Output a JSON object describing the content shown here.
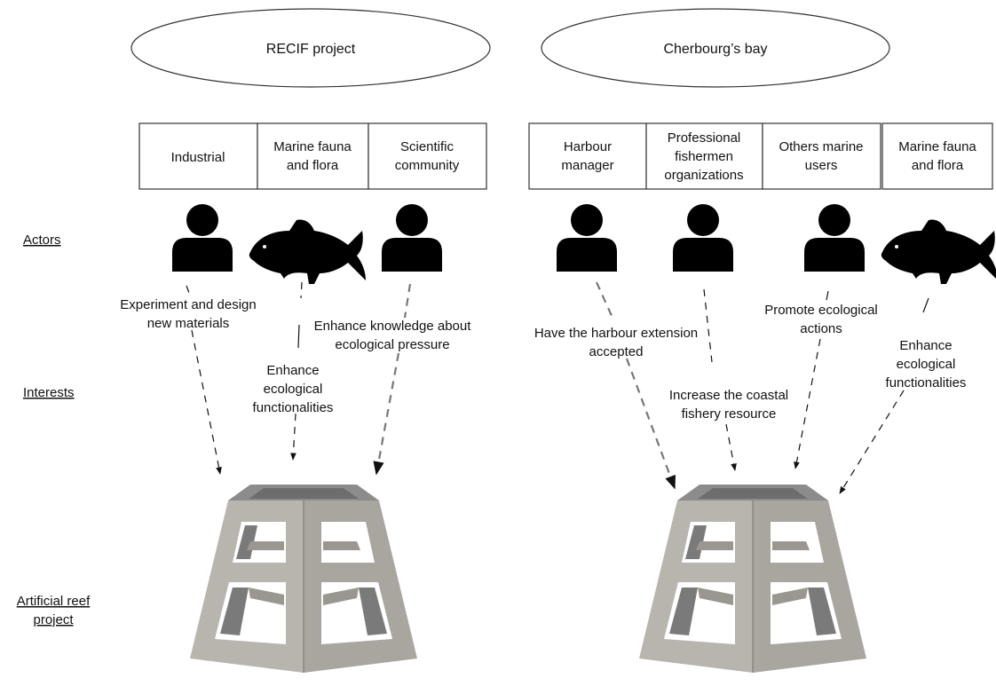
{
  "projects": [
    {
      "title": "RECIF project",
      "categories": [
        [
          "Industrial"
        ],
        [
          "Marine fauna",
          "and flora"
        ],
        [
          "Scientific",
          "community"
        ]
      ],
      "interests": [
        [
          "Experiment and design",
          "new materials"
        ],
        [
          "Enhance",
          "ecological",
          "functionalities"
        ],
        [
          "Enhance knowledge about",
          "ecological pressure"
        ]
      ]
    },
    {
      "title": "Cherbourg’s bay",
      "categories": [
        [
          "Harbour",
          "manager"
        ],
        [
          "Professional",
          "fishermen",
          "organizations"
        ],
        [
          "Others marine",
          "users"
        ],
        [
          "Marine fauna",
          "and flora"
        ]
      ],
      "interests": [
        [
          "Have the harbour extension",
          "accepted"
        ],
        [
          "Increase the coastal",
          "fishery resource"
        ],
        [
          "Promote ecological",
          "actions"
        ],
        [
          "Enhance",
          "ecological",
          "functionalities"
        ]
      ]
    }
  ],
  "row_labels": {
    "actors": "Actors",
    "interests": "Interests",
    "reef": [
      "Artificial reef",
      "project"
    ]
  },
  "icons": {
    "person": "person-icon",
    "fish": "fish-icon",
    "reef": "artificial-reef-module"
  }
}
